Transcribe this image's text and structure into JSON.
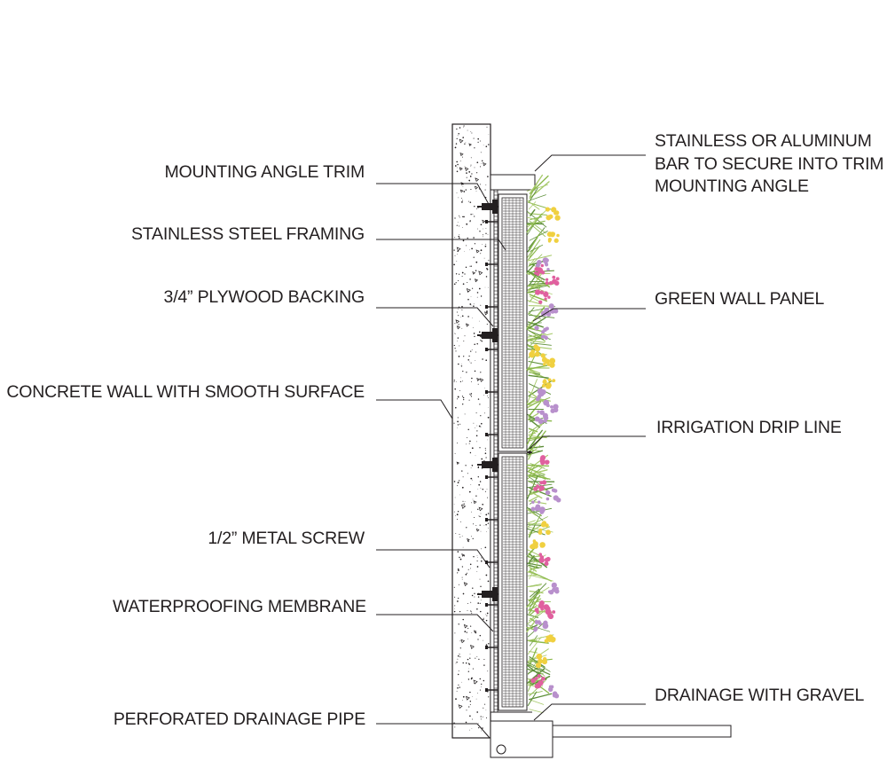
{
  "labels_left": [
    {
      "id": "mounting-angle-trim",
      "text": "MOUNTING ANGLE TRIM"
    },
    {
      "id": "stainless-steel-framing",
      "text": "STAINLESS STEEL FRAMING"
    },
    {
      "id": "plywood-backing",
      "text": "3/4” PLYWOOD BACKING"
    },
    {
      "id": "concrete-wall",
      "text": "CONCRETE WALL WITH SMOOTH SURFACE"
    },
    {
      "id": "metal-screw",
      "text": "1/2” METAL SCREW"
    },
    {
      "id": "waterproofing-membrane",
      "text": "WATERPROOFING MEMBRANE"
    },
    {
      "id": "perforated-drainage-pipe",
      "text": "PERFORATED DRAINAGE PIPE"
    }
  ],
  "labels_right": [
    {
      "id": "trim-bar",
      "lines": [
        "STAINLESS OR ALUMINUM",
        "BAR TO SECURE INTO TRIM",
        "MOUNTING ANGLE"
      ]
    },
    {
      "id": "green-wall-panel",
      "lines": [
        "GREEN WALL PANEL"
      ]
    },
    {
      "id": "irrigation-drip-line",
      "lines": [
        "IRRIGATION DRIP LINE"
      ]
    },
    {
      "id": "drainage-gravel",
      "lines": [
        "DRAINAGE WITH GRAVEL"
      ]
    }
  ],
  "colors": {
    "ink": "#231f20",
    "flower_pink": "#e0609f",
    "flower_purple": "#b890cc",
    "flower_yellow": "#f0d040",
    "leaf_green": "#8ab84a",
    "leaf_dark": "#5e8f3a"
  }
}
